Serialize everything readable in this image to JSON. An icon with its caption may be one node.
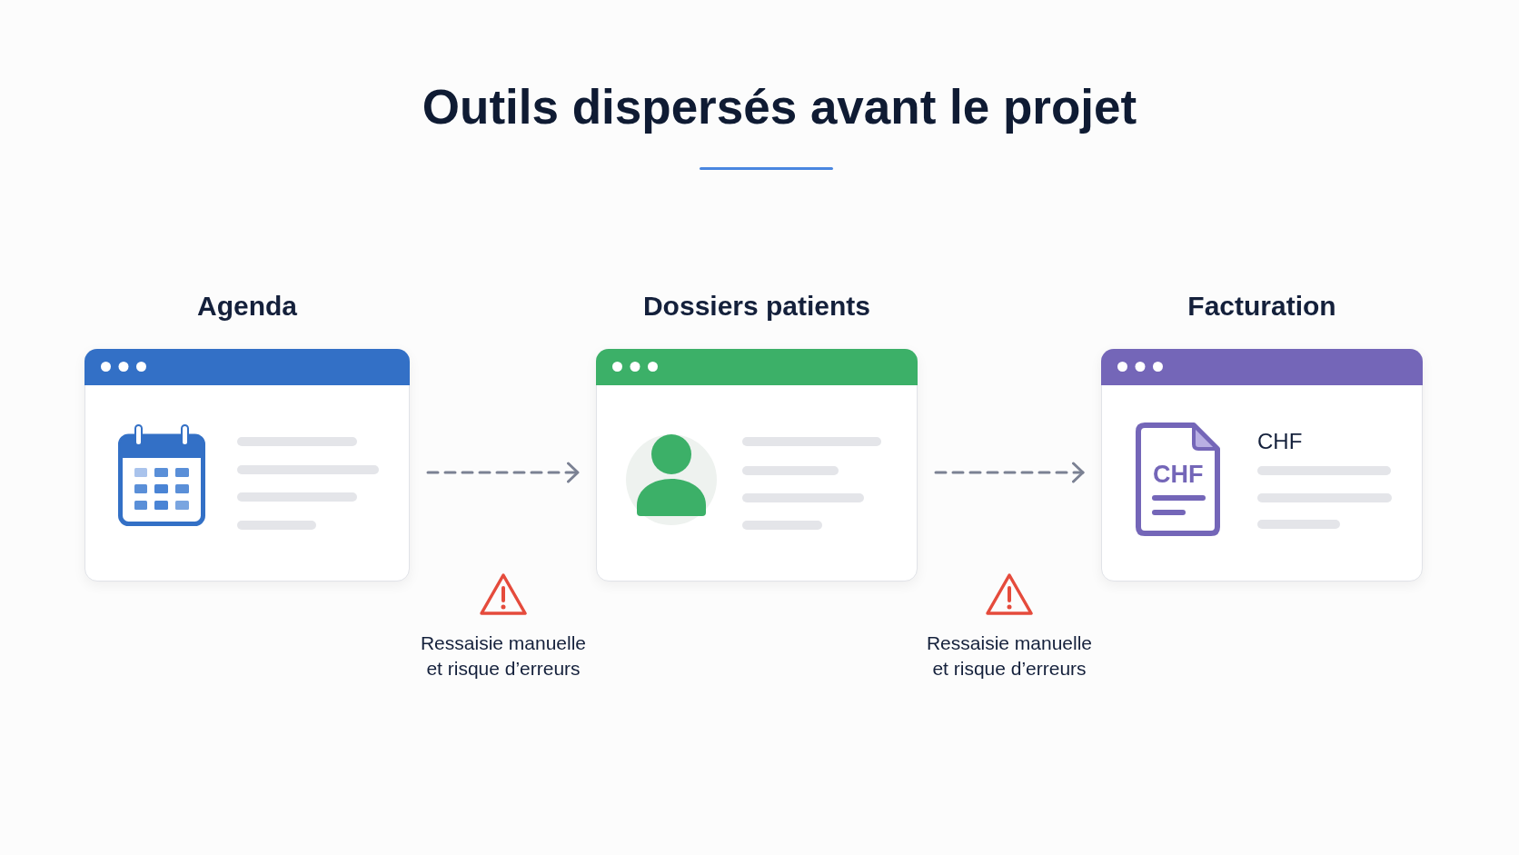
{
  "diagram": {
    "title": "Outils dispersés avant le projet",
    "nodes": [
      {
        "text": [
          "Agenda"
        ]
      },
      {
        "text": [
          "Dossiers patients"
        ]
      },
      {
        "text": [
          "Facturation",
          "CHF"
        ]
      },
      {
        "text": [
          "CHF"
        ],
        "in": 2
      }
    ],
    "edges": [
      {
        "from": 0,
        "to": 1,
        "arrow": "to",
        "style": "dashed"
      },
      {
        "from": 1,
        "to": 2,
        "arrow": "to",
        "style": "dashed"
      }
    ],
    "labels": [
      "Ressaisie manuelle et risque d’erreurs",
      "Ressaisie manuelle et risque d’erreurs"
    ]
  }
}
